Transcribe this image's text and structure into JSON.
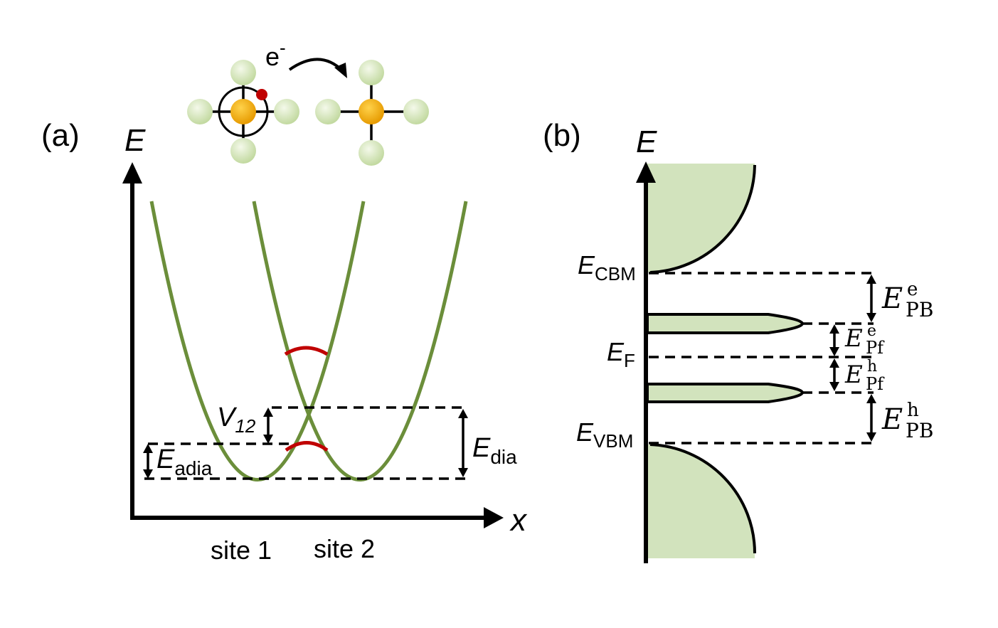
{
  "panel_a": {
    "label": "(a)",
    "y_axis_label": "E",
    "x_axis_label": "x",
    "electron_label": "e",
    "electron_sup": "-",
    "site1_label": "site 1",
    "site2_label": "site 2",
    "coupling_label": "V",
    "coupling_sub": "12",
    "adiabatic_label": "E",
    "adiabatic_sub": "adia",
    "diabatic_label": "E",
    "diabatic_sub": "dia"
  },
  "panel_b": {
    "label": "(b)",
    "y_axis_label": "E",
    "cbm_label": "E",
    "cbm_sub": "CBM",
    "fermi_label": "E",
    "fermi_sub": "F",
    "vbm_label": "E",
    "vbm_sub": "VBM",
    "e_pb_label": "E",
    "e_pb_sub": "PB",
    "e_pb_sup": "e",
    "e_pf_label": "E",
    "e_pf_sub": "Pf",
    "e_pf_sup": "e",
    "h_pf_label": "E",
    "h_pf_sub": "Pf",
    "h_pf_sup": "h",
    "h_pb_label": "E",
    "h_pb_sub": "PB",
    "h_pb_sup": "h"
  },
  "colors": {
    "curve": "#6b8e3a",
    "avoided_crossing": "#c00000",
    "band_fill": "#d2e3bd",
    "center_atom": "#f0a800",
    "ligand_atom": "#cddfae",
    "electron": "#c00000"
  },
  "icons": {
    "hop_arrow": "curved-arrow-icon",
    "molecule": "octahedral-site-icon"
  }
}
